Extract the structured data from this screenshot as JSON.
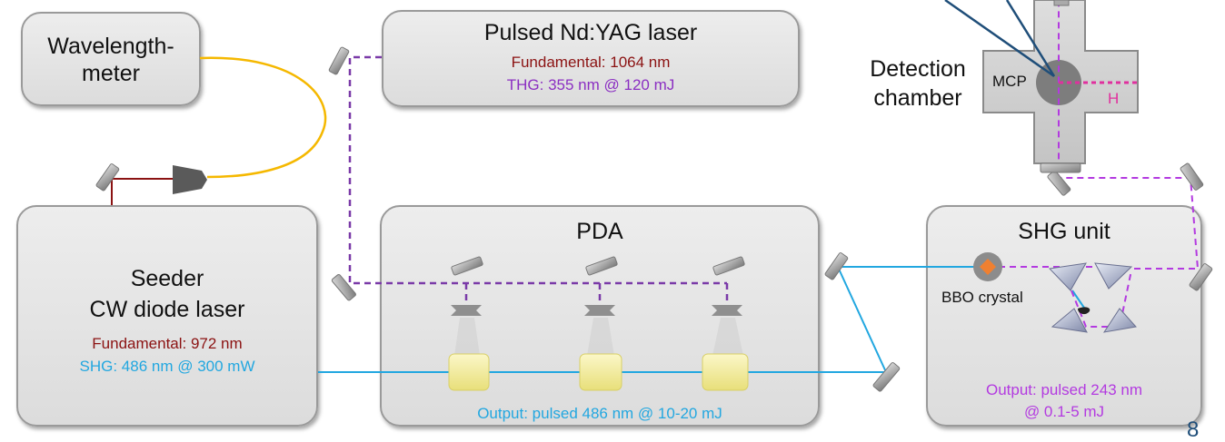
{
  "wavelengthmeter": {
    "line1": "Wavelength-",
    "line2": "meter"
  },
  "yag": {
    "title": "Pulsed Nd:YAG laser",
    "fundamental": "Fundamental: 1064 nm",
    "thg": "THG: 355 nm @ 120 mJ"
  },
  "detection": {
    "line1": "Detection",
    "line2": "chamber",
    "mcp": "MCP",
    "h": "H"
  },
  "seeder": {
    "line1": "Seeder",
    "line2": "CW diode laser",
    "fundamental": "Fundamental: 972 nm",
    "shg": "SHG: 486 nm @ 300 mW"
  },
  "pda": {
    "title": "PDA",
    "output": "Output: pulsed 486 nm @ 10-20 mJ"
  },
  "shg_unit": {
    "title": "SHG unit",
    "bbo": "BBO crystal",
    "output_line1": "Output: pulsed 243 nm",
    "output_line2": "@ 0.1-5 mJ"
  },
  "page_number": "8",
  "colors": {
    "red_beam": "#8b1212",
    "blue_beam": "#22a7e0",
    "purple_beam": "#7a3aa8",
    "violet_beam": "#b33ae0",
    "pink_beam": "#e0309e",
    "fiber": "#f5b800",
    "arrow": "#1f4e79"
  }
}
